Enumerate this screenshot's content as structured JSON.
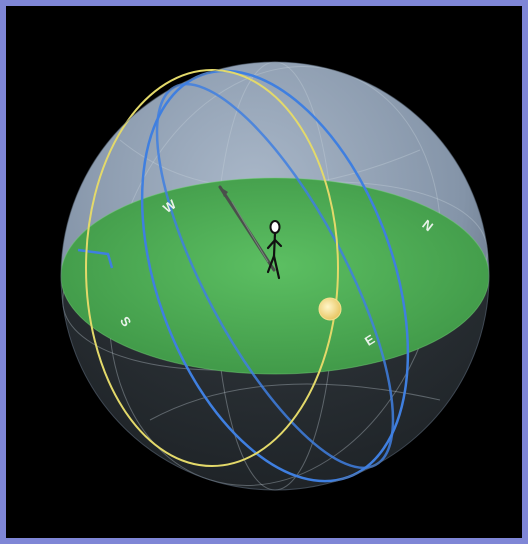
{
  "labels": {
    "west": "W",
    "north": "N",
    "south": "S",
    "east": "E"
  },
  "icons": {
    "observer": "stick-figure-icon",
    "sun": "sun-icon",
    "needle": "compass-needle-icon"
  },
  "colors": {
    "frame": "#7f86d6",
    "sky": "#8f9fb2",
    "horizon_plane": "#4faa55",
    "below_horizon": "#2d3338",
    "sun_path": "#e3d96a",
    "celestial_lines": "#3f7fe0",
    "sun": "#f6df8d"
  }
}
